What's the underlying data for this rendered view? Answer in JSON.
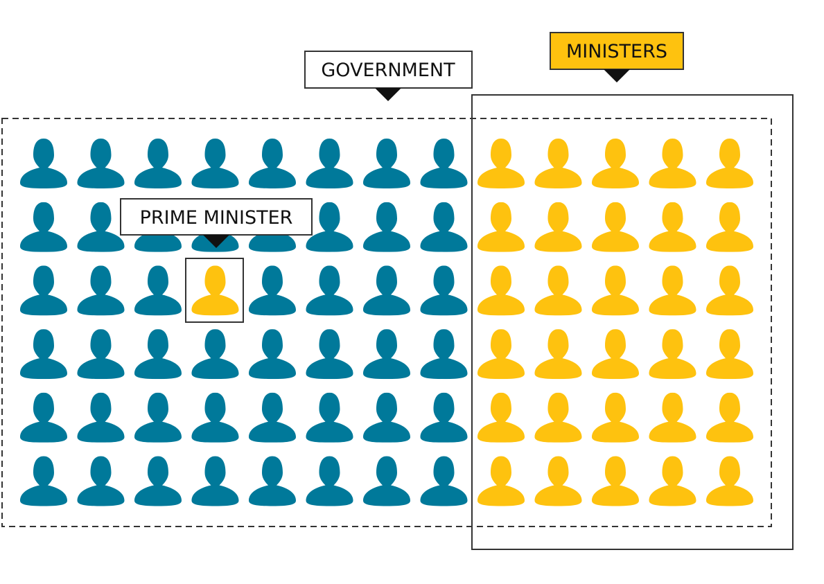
{
  "labels": {
    "government": "GOVERNMENT",
    "ministers": "MINISTERS",
    "prime_minister": "PRIME MINISTER"
  },
  "grid": {
    "rows": 6,
    "columns": 13,
    "minister_columns_start": 8,
    "prime_minister": {
      "row": 2,
      "col": 3
    }
  },
  "colors": {
    "government_member": "#00799a",
    "minister": "#fec20f",
    "callout_fill_default": "#ffffff",
    "callout_fill_ministers": "#fec20f",
    "border": "#333333",
    "text": "#111111"
  },
  "icons": {
    "person": "person-silhouette-icon"
  }
}
